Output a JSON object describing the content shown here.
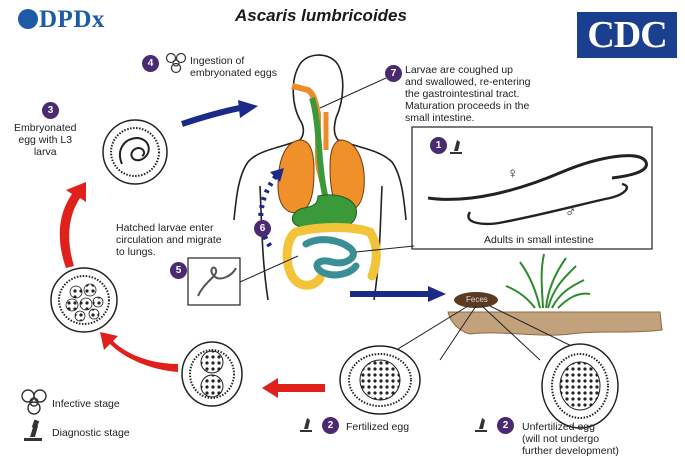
{
  "header": {
    "logo_left": "DPDx",
    "title": "Ascaris lumbricoides",
    "logo_right": "CDC"
  },
  "steps": {
    "s1": {
      "num": "1",
      "text": "Adults in small intestine",
      "female_symbol": "♀",
      "male_symbol": "♂"
    },
    "s2a": {
      "num": "2",
      "text": "Fertilized egg"
    },
    "s2b": {
      "num": "2",
      "lines": [
        "Unfertilized egg",
        "(will not undergo",
        "further development)"
      ]
    },
    "s3": {
      "num": "3",
      "lines": [
        "Embryonated",
        "egg with L3",
        "larva"
      ]
    },
    "s4": {
      "num": "4",
      "lines": [
        "Ingestion of",
        "embryonated eggs"
      ]
    },
    "s5": {
      "num": "5"
    },
    "s6": {
      "num": "6",
      "lines": [
        "Hatched larvae enter",
        "circulation and migrate",
        "to lungs."
      ]
    },
    "s7": {
      "num": "7",
      "lines": [
        "Larvae are coughed up",
        "and swallowed, re-entering",
        "the gastrointestinal tract.",
        "Maturation proceeds in the",
        "small intestine."
      ]
    }
  },
  "feces_label": "Feces",
  "legend": {
    "infective": "Infective stage",
    "diagnostic": "Diagnostic stage"
  },
  "colors": {
    "step_circle": "#4b2a72",
    "arrow_red": "#e0201b",
    "arrow_navy": "#1b2a88",
    "logo_blue": "#1d5aa8",
    "cdc_bg": "#1b3f8f",
    "lungs": "#f0902a",
    "stomach": "#3a9a3a",
    "intestine_small": "#3a8e96",
    "intestine_large": "#f3c43a",
    "esophagus": "#ef8a2a"
  },
  "icons": {
    "infective": "biohazard-icon",
    "diagnostic": "microscope-icon"
  }
}
